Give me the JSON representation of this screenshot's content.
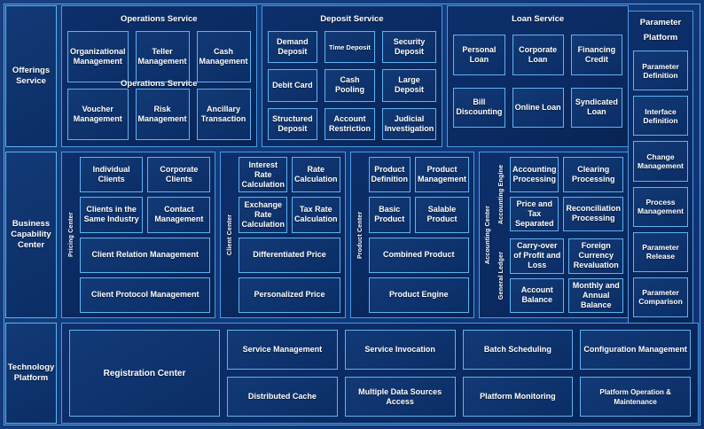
{
  "colors": {
    "background": "#123a7a",
    "panel_border": "#4a9ae6",
    "box_border": "#5fb3f2",
    "box_fill": "#0b2d66",
    "text": "#ffffff"
  },
  "rows": [
    {
      "caption": "Offerings Service",
      "groups": [
        {
          "title": "Operations Service",
          "stray_label": "Operations Service",
          "items": [
            "Organizational Management",
            "Teller Management",
            "Cash Management",
            "Voucher Management",
            "Risk Management",
            "Ancillary Transaction"
          ]
        },
        {
          "title": "Deposit Service",
          "items": [
            "Demand Deposit",
            "Time Deposit",
            "Security Deposit",
            "Debit Card",
            "Cash Pooling",
            "Large Deposit",
            "Structured Deposit",
            "Account Restriction",
            "Judicial Investigation"
          ]
        },
        {
          "title": "Loan Service",
          "items": [
            "Personal Loan",
            "Corporate Loan",
            "Financing Credit",
            "Bill Discounting",
            "Online Loan",
            "Syndicated Loan"
          ]
        }
      ]
    },
    {
      "caption": "Business Capability Center",
      "columns": [
        {
          "label": "Pricing Center",
          "items": [
            "Individual Clients",
            "Corporate Clients",
            "Clients in the Same Industry",
            "Contact Management",
            "Client Relation Management",
            "Client Protocol Management"
          ]
        },
        {
          "label": "Client Center",
          "items": [
            "Interest Rate Calculation",
            "Rate Calculation",
            "Exchange Rate Calculation",
            "Tax Rate Calculation",
            "Differentiated Price",
            "Personalized Price"
          ]
        },
        {
          "label": "Product Center",
          "items": [
            "Product Definition",
            "Product Management",
            "Basic Product",
            "Salable Product",
            "Combined Product",
            "Product Engine"
          ]
        },
        {
          "label": "Accounting Center",
          "subgroups": [
            {
              "label": "Accounting Engine",
              "items": [
                "Accounting Processing",
                "Clearing Processing",
                "Price and Tax Separated",
                "Reconciliation Processing"
              ]
            },
            {
              "label": "General Ledger",
              "items": [
                "Carry-over of Profit and Loss",
                "Foreign Currency Revaluation",
                "Account Balance",
                "Monthly and Annual Balance"
              ]
            }
          ]
        }
      ]
    },
    {
      "caption": "Technology Platform",
      "feature": "Registration Center",
      "items": [
        "Service Management",
        "Service Invocation",
        "Batch Scheduling",
        "Configuration Management",
        "Distributed Cache",
        "Multiple Data Sources Access",
        "Platform Monitoring",
        "Platform Operation & Maintenance"
      ]
    }
  ],
  "parameter_platform": {
    "title_line1": "Parameter",
    "title_line2": "Platform",
    "items": [
      "Parameter Definition",
      "Interface Definition",
      "Change Management",
      "Process Management",
      "Parameter Release",
      "Parameter Comparison"
    ]
  }
}
